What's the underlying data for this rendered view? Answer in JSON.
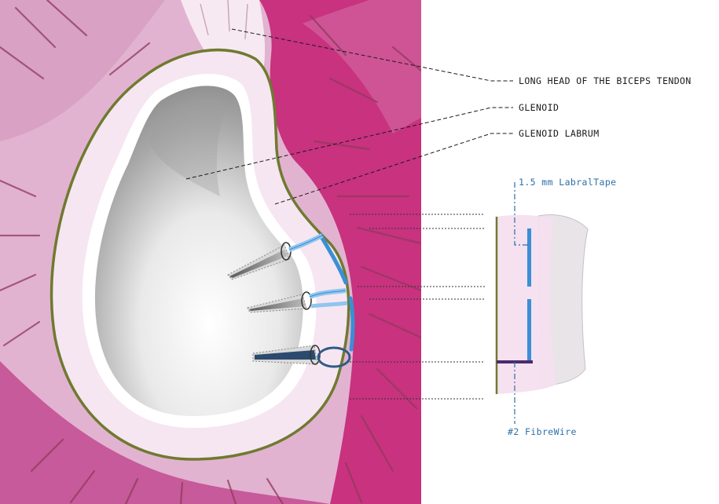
{
  "labels": {
    "biceps": "LONG HEAD OF THE BICEPS TENDON",
    "glenoid": "GLENOID",
    "labrum": "GLENOID LABRUM",
    "labraltape": "1.5 mm LabralTape",
    "fibrewire": "#2 FibreWire"
  },
  "colors": {
    "muscle_light": "#e2b3d0",
    "muscle_dark": "#c8327f",
    "fiber_line": "#8e3a5c",
    "labrum_fill": "#f6e6f1",
    "labrum_outline": "#6f7a30",
    "glenoid_grey": "#c9c9c9",
    "tape_blue": "#3a8fd6",
    "label_blue": "#2f6fa8",
    "fibrewire_purple": "#4b2a6e"
  }
}
